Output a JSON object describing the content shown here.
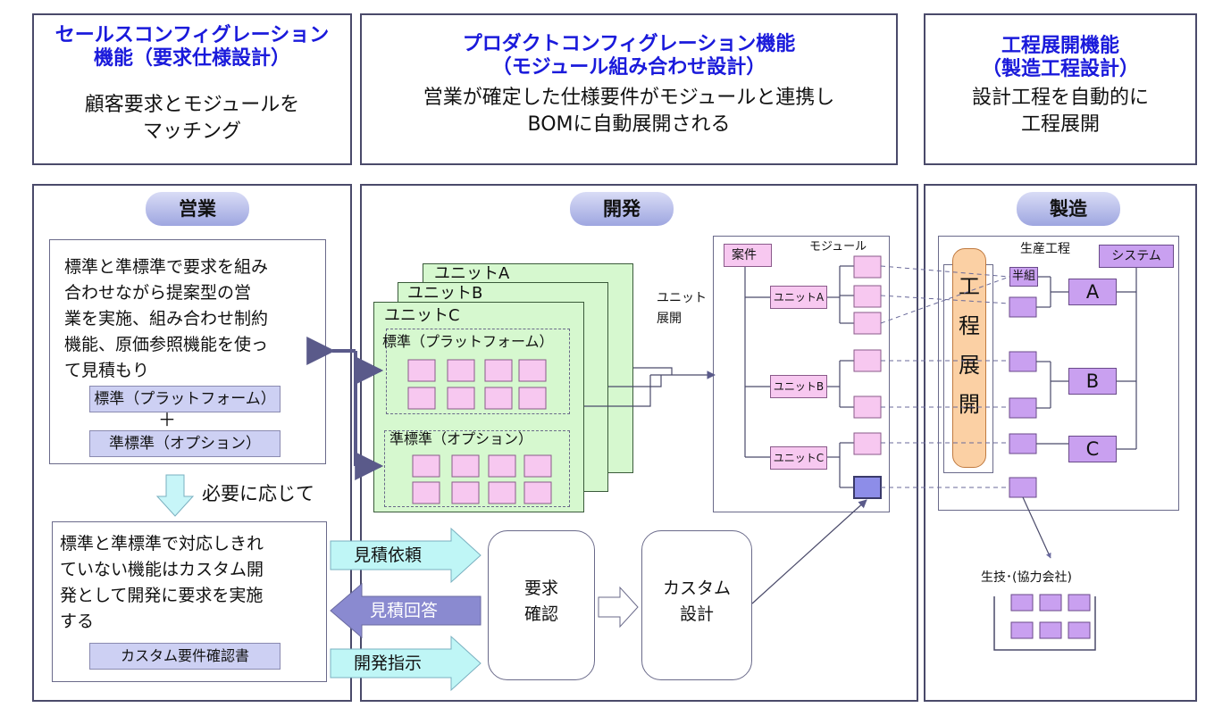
{
  "header": {
    "sales_config": {
      "title_line1": "セールスコンフィグレーション",
      "title_line2": "機能（要求仕様設計）",
      "desc_line1": "顧客要求とモジュールを",
      "desc_line2": "マッチング"
    },
    "product_config": {
      "title_line1": "プロダクトコンフィグレーション機能",
      "title_line2": "（モジュール組み合わせ設計）",
      "desc_line1": "営業が確定した仕様要件がモジュールと連携し",
      "desc_line2": "BOMに自動展開される"
    },
    "process_deploy": {
      "title_line1": "工程展開機能",
      "title_line2": "（製造工程設計）",
      "desc_line1": "設計工程を自動的に",
      "desc_line2": "工程展開"
    }
  },
  "sales": {
    "label": "営業",
    "box1_lines": [
      "標準と準標準で要求を組み",
      "合わせながら提案型の営",
      "業を実施、組み合わせ制約",
      "機能、原価参照機能を使っ",
      "て見積もり"
    ],
    "standard_label": "標準（プラットフォーム）",
    "plus": "＋",
    "semi_label": "準標準（オプション）",
    "as_needed": "必要に応じて",
    "box2_lines": [
      "標準と準標準で対応しきれ",
      "ていない機能はカスタム開",
      "発として開発に要求を実施",
      "する"
    ],
    "custom_doc": "カスタム要件確認書"
  },
  "dev": {
    "label": "開発",
    "unit_a": "ユニットA",
    "unit_b": "ユニットB",
    "unit_c": "ユニットC",
    "standard": "標準（プラットフォーム）",
    "semi": "準標準（オプション）",
    "unit_expand_line1": "ユニット",
    "unit_expand_line2": "展開",
    "tree_root": "案件",
    "module_label": "モジュール",
    "tree_unit_a": "ユニットA",
    "tree_unit_b": "ユニットB",
    "tree_unit_c": "ユニットC",
    "estimate_request": "見積依頼",
    "estimate_answer": "見積回答",
    "dev_instruction": "開発指示",
    "req_confirm_line1": "要求",
    "req_confirm_line2": "確認",
    "custom_design_line1": "カスタム",
    "custom_design_line2": "設計"
  },
  "mfg": {
    "label": "製造",
    "process_label": "生産工程",
    "deploy_chars": [
      "工",
      "程",
      "展",
      "開"
    ],
    "sub_assembly": "半組",
    "system": "システム",
    "line_a": "A",
    "line_b": "B",
    "line_c": "C",
    "partner": "生技･(協力会社)"
  },
  "colors": {
    "title_blue": "#1a1adb",
    "border": "#4a4a6a",
    "pink_module": "#f7c8f0",
    "purple_module": "#c9a0f0",
    "green_unit": "#d6f8cf",
    "cyan_arrow": "#bff6f6",
    "gray_arrow": "#8a8ad0"
  }
}
